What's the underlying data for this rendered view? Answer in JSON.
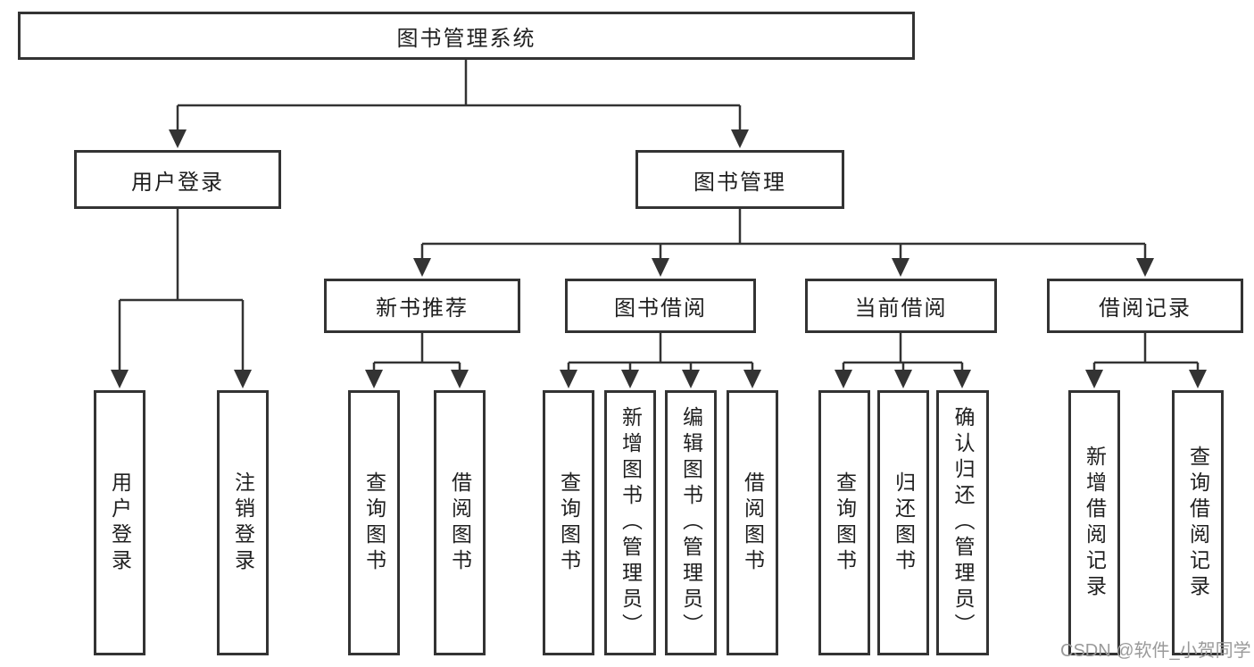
{
  "tree": {
    "label": "图书管理系统",
    "children": [
      {
        "label": "用户登录",
        "children": [
          {
            "label": "用户登录"
          },
          {
            "label": "注销登录"
          }
        ]
      },
      {
        "label": "图书管理",
        "children": [
          {
            "label": "新书推荐",
            "children": [
              {
                "label": "查询图书"
              },
              {
                "label": "借阅图书"
              }
            ]
          },
          {
            "label": "图书借阅",
            "children": [
              {
                "label": "查询图书"
              },
              {
                "label": "新增图书（管理员）"
              },
              {
                "label": "编辑图书（管理员）"
              },
              {
                "label": "借阅图书"
              }
            ]
          },
          {
            "label": "当前借阅",
            "children": [
              {
                "label": "查询图书"
              },
              {
                "label": "归还图书"
              },
              {
                "label": "确认归还（管理员）"
              }
            ]
          },
          {
            "label": "借阅记录",
            "children": [
              {
                "label": "新增借阅记录"
              },
              {
                "label": "查询借阅记录"
              }
            ]
          }
        ]
      }
    ]
  },
  "colors": {
    "line": "#333333",
    "box_border": "#333333",
    "text": "#1f1f1f",
    "background": "#ffffff",
    "watermark": "#9a9a9a"
  },
  "watermark": {
    "text": "CSDN @软件_小贺同学"
  }
}
